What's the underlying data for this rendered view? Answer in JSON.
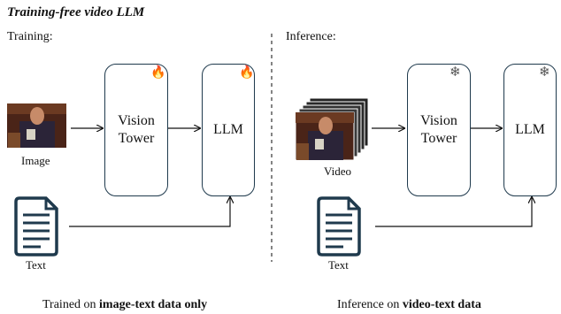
{
  "title": "Training-free video LLM",
  "training": {
    "header": "Training:",
    "image_caption": "Image",
    "vision_tower": "Vision Tower",
    "llm": "LLM",
    "text_caption": "Text",
    "summary_prefix": "Trained on ",
    "summary_bold": "image-text data only",
    "emblem": "fire-icon"
  },
  "inference": {
    "header": "Inference:",
    "video_caption": "Video",
    "vision_tower": "Vision Tower",
    "llm": "LLM",
    "text_caption": "Text",
    "summary_prefix": "Inference on ",
    "summary_bold": "video-text data",
    "emblem": "snowflake-icon"
  },
  "colors": {
    "box_border": "#1f3a4d",
    "fire": "#e8590c",
    "snowflake": "#555555"
  }
}
